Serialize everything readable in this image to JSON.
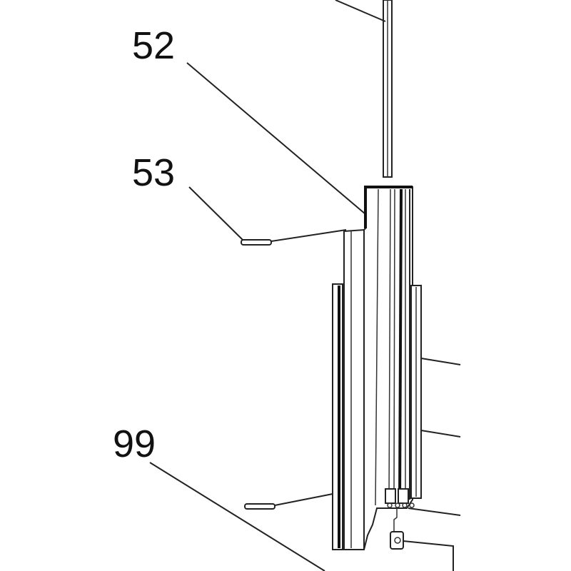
{
  "diagram": {
    "type": "exploded parts drawing",
    "callouts": [
      {
        "label": "52"
      },
      {
        "label": "53"
      },
      {
        "label": "99"
      }
    ],
    "colors": {
      "line": "#222222",
      "background": "#ffffff"
    }
  }
}
